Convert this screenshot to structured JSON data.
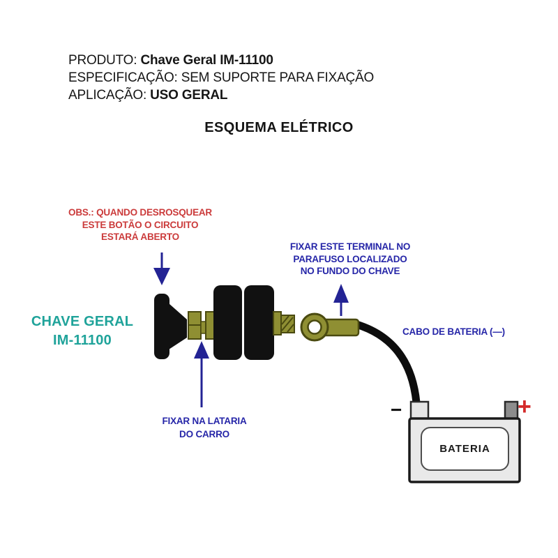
{
  "header": {
    "produto_label": "PRODUTO:",
    "produto_value": "Chave Geral  IM-11100",
    "especificacao_label": "ESPECIFICAÇÃO:",
    "especificacao_value": "SEM SUPORTE PARA FIXAÇÃO",
    "aplicacao_label": "APLICAÇÃO:",
    "aplicacao_value": "USO GERAL"
  },
  "title": "ESQUEMA ELÉTRICO",
  "annotations": {
    "obs": {
      "lines": [
        "OBS.: QUANDO DESROSQUEAR",
        "ESTE BOTÃO O CIRCUITO",
        "ESTARÁ ABERTO"
      ],
      "color": "#cb3b3b"
    },
    "terminal": {
      "lines": [
        "FIXAR ESTE TERMINAL NO",
        "PARAFUSO LOCALIZADO",
        "NO FUNDO DO CHAVE"
      ],
      "color": "#2626a8"
    },
    "lataria": {
      "lines": [
        "FIXAR NA LATARIA",
        "DO CARRO"
      ],
      "color": "#2626a8"
    },
    "cabo": {
      "text": "CABO DE BATERIA (—)",
      "color": "#2626a8"
    }
  },
  "product_label": {
    "line1": "CHAVE GERAL",
    "line2": "IM-11100",
    "color": "#1fa39a"
  },
  "battery": {
    "label": "BATERIA",
    "minus_symbol": "−",
    "plus_symbol": "+",
    "plus_color": "#d42a2a"
  },
  "diagram_colors": {
    "switch_body": "#111111",
    "brass_terminal": "#8f8f33",
    "brass_outline": "#4a4a10",
    "arrow_blue": "#232394",
    "cable_black": "#0d0d0d",
    "battery_body": "#e9e9e9",
    "battery_terminal_neg": "#e5e5e5",
    "battery_terminal_pos": "#8d8d8d"
  }
}
